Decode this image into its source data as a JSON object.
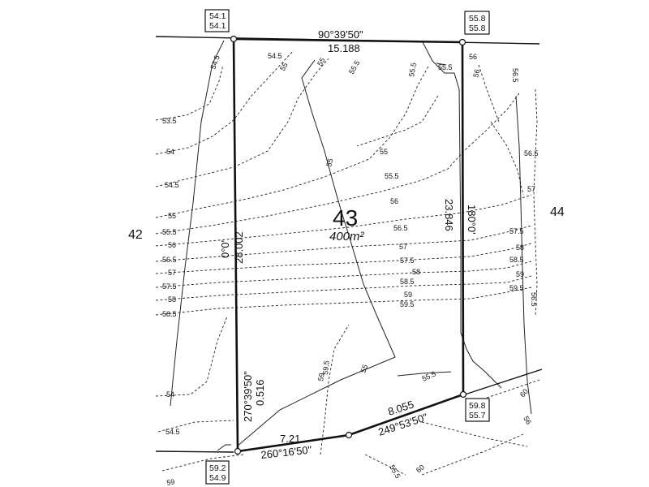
{
  "lot": {
    "number": "43",
    "area": "400m²"
  },
  "adjacent_lots": {
    "left": "42",
    "right": "44"
  },
  "dimensions": {
    "top_bearing": "90°39'50\"",
    "top_distance": "15.188",
    "left_bearing": "0°0'",
    "left_distance": "28.002",
    "right_bearing": "180°0'",
    "right_distance": "23.846",
    "corner_bearing": "270°39'50\"",
    "corner_distance": "0.516",
    "bottom_left_distance": "7.21",
    "bottom_left_bearing": "260°16'50\"",
    "bottom_right_distance": "8.055",
    "bottom_right_bearing": "249°53'50\""
  },
  "corner_levels": {
    "top_left": {
      "a": "54.1",
      "b": "54.1"
    },
    "top_right": {
      "a": "55.8",
      "b": "55.8"
    },
    "bottom_left": {
      "a": "59.2",
      "b": "54.9"
    },
    "bottom_right": {
      "a": "59.8",
      "b": "55.7"
    }
  },
  "contour_labels": {
    "left": [
      "53.5",
      "54",
      "54.5",
      "55",
      "55.5",
      "56",
      "56.5",
      "57",
      "57.5",
      "58",
      "58.5"
    ],
    "right": [
      "57.5",
      "58",
      "58.5",
      "59",
      "59.5"
    ],
    "interior": [
      "57",
      "57.5",
      "58",
      "58.5",
      "59",
      "59.5"
    ],
    "top": [
      "54.5",
      "54.5",
      "55",
      "55",
      "55.5",
      "55.5",
      "56"
    ],
    "middle": [
      "55",
      "55.5",
      "56",
      "56.5"
    ],
    "far_right": [
      "56.5",
      "56.5",
      "57",
      "56.5"
    ],
    "lower": [
      "54",
      "54.5",
      "59",
      "55",
      "55.5",
      "56",
      "60",
      "60",
      "55.5",
      "59",
      "55",
      "56",
      "59.5"
    ]
  }
}
